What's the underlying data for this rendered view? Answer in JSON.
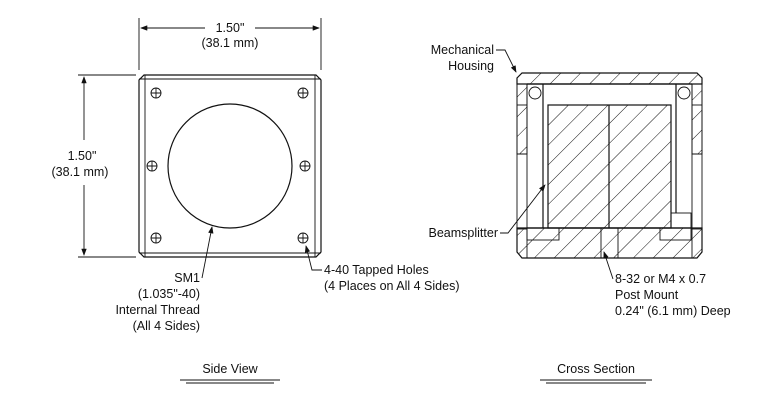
{
  "side_view": {
    "width_dim": [
      "1.50\"",
      "(38.1 mm)"
    ],
    "height_dim": [
      "1.50\"",
      "(38.1 mm)"
    ],
    "sm1_callout": [
      "SM1",
      "(1.035\"-40)",
      "Internal Thread",
      "(All 4 Sides)"
    ],
    "holes_callout": [
      "4-40 Tapped Holes",
      "(4 Places on All 4 Sides)"
    ],
    "caption": "Side View"
  },
  "cross_section": {
    "housing_callout": [
      "Mechanical",
      "Housing"
    ],
    "beamsplitter_callout": "Beamsplitter",
    "post_mount_callout": [
      "8-32 or M4 x 0.7",
      "Post Mount",
      "0.24\" (6.1 mm) Deep"
    ],
    "caption": "Cross Section"
  }
}
